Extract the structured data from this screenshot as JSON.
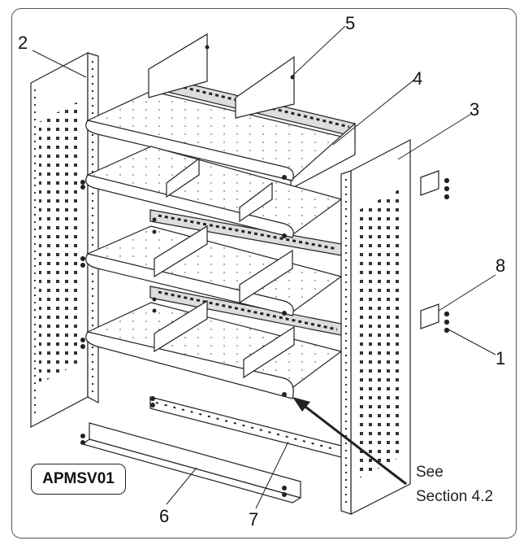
{
  "model_label": "APMSV01",
  "callouts": {
    "c1": "1",
    "c2": "2",
    "c3": "3",
    "c4": "4",
    "c5": "5",
    "c6": "6",
    "c7": "7",
    "c8": "8"
  },
  "note": {
    "line1": "See",
    "line2": "Section 4.2"
  }
}
